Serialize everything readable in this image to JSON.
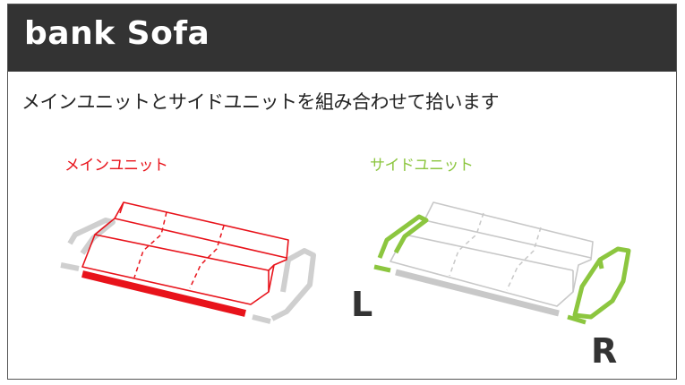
{
  "header": {
    "title": "bank Sofa"
  },
  "description": "メインユニットとサイドユニットを組み合わせて拾います",
  "main_unit": {
    "label": "メインユニット",
    "color": "#e8131b"
  },
  "side_unit": {
    "label": "サイドユニット",
    "color": "#8cc63f"
  },
  "markers": {
    "left": "L",
    "right": "R"
  },
  "colors": {
    "header_bg": "#333333",
    "inactive": "#c8c8c8"
  }
}
